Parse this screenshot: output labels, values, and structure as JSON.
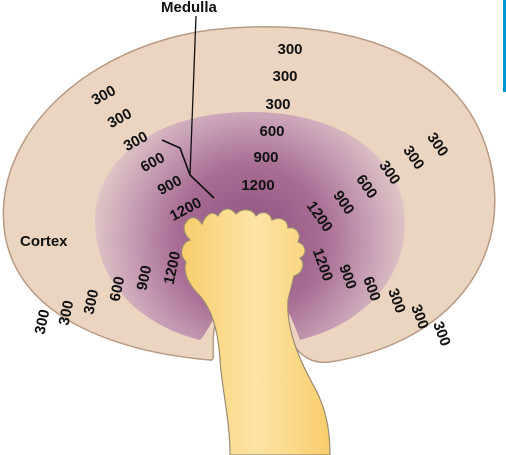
{
  "labels": {
    "medulla": "Medulla",
    "cortex": "Cortex"
  },
  "colors": {
    "cortex_fill": "#ecd5c0",
    "cortex_stroke": "#b89a84",
    "medulla_core": "#8e4f7e",
    "medulla_outer": "#d7b9c5",
    "pelvis_fill": "#fbd680",
    "pelvis_light": "#fdeab5",
    "accent_bar": "#0096d6"
  },
  "osmolality_values": {
    "upper_left": [
      "300",
      "300",
      "300",
      "600",
      "900",
      "1200"
    ],
    "upper_center": [
      "300",
      "300",
      "300",
      "600",
      "900",
      "1200"
    ],
    "upper_right": [
      "300",
      "300",
      "300",
      "600",
      "900",
      "1200"
    ],
    "lower_left": [
      "300",
      "300",
      "300",
      "600",
      "900",
      "1200"
    ],
    "lower_right": [
      "300",
      "300",
      "300",
      "600",
      "900",
      "1200"
    ]
  }
}
